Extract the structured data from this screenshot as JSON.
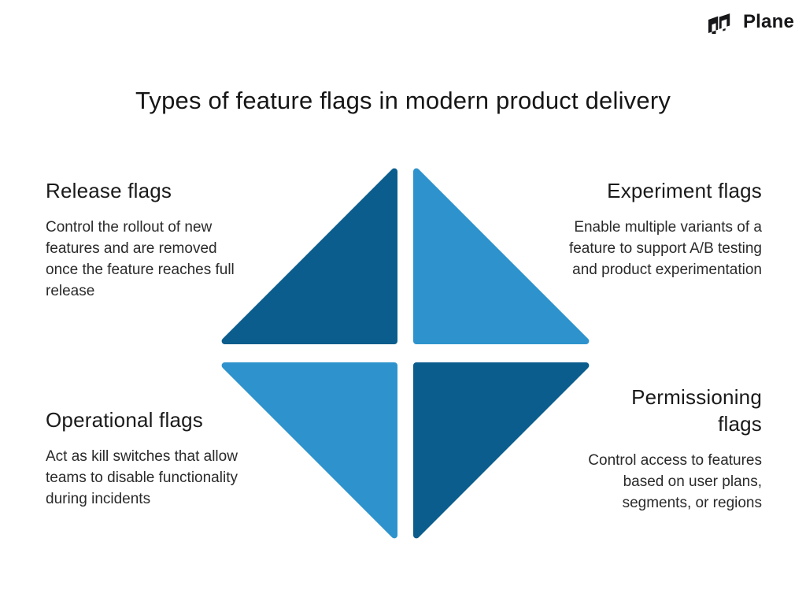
{
  "brand": {
    "name": "Plane"
  },
  "title": "Types of feature flags in modern product delivery",
  "colors": {
    "dark_blue": "#0b5d8d",
    "light_blue": "#2e93cd",
    "ink": "#17171a"
  },
  "quadrants": [
    {
      "id": "release",
      "heading": "Release flags",
      "body": "Control the rollout of new\nfeatures and are removed\nonce the feature reaches full\nrelease"
    },
    {
      "id": "experiment",
      "heading": "Experiment flags",
      "body": "Enable multiple variants of a\nfeature to support A/B testing\nand product experimentation"
    },
    {
      "id": "operational",
      "heading": "Operational flags",
      "body": "Act as kill switches that allow\nteams to disable functionality\nduring incidents"
    },
    {
      "id": "permissioning",
      "heading": "Permissioning\nflags",
      "body": "Control access to features\nbased on user plans,\nsegments, or regions"
    }
  ]
}
